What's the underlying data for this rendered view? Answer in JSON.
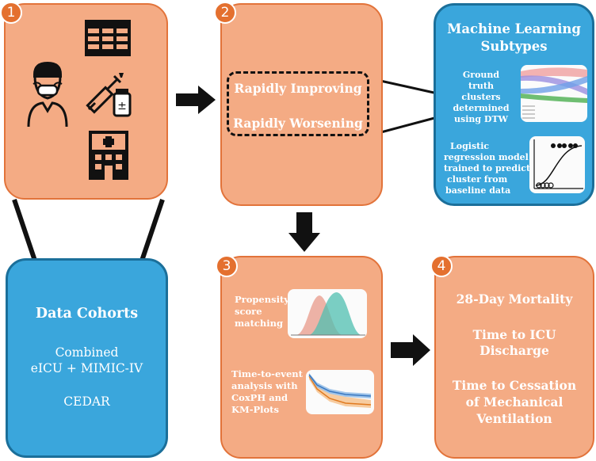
{
  "badges": [
    "1",
    "2",
    "3",
    "4"
  ],
  "stage2": {
    "items": [
      "Rapidly Improving",
      "Rapidly Worsening"
    ]
  },
  "ml": {
    "title_line1": "Machine Learning",
    "title_line2": "Subtypes",
    "step1": [
      "Ground truth",
      "clusters",
      "determined",
      "using DTW"
    ],
    "step2": [
      "Logistic",
      "regression model",
      "trained to predict",
      "cluster from",
      "baseline data"
    ]
  },
  "cohorts": {
    "title": "Data Cohorts",
    "line1": "Combined",
    "line2": "eICU + MIMIC-IV",
    "line3": "CEDAR"
  },
  "stage3": {
    "item1": [
      "Propensity",
      "score",
      "matching"
    ],
    "item2": [
      "Time-to-event",
      "analysis with",
      "CoxPH and",
      "KM-Plots"
    ]
  },
  "outcomes": {
    "o1": "28-Day Mortality",
    "o2_line1": "Time to ICU",
    "o2_line2": "Discharge",
    "o3_line1": "Time to Cessation",
    "o3_line2": "of Mechanical",
    "o3_line3": "Ventilation"
  },
  "icons": [
    "clinician-icon",
    "spreadsheet-icon",
    "syringe-vial-icon",
    "hospital-icon",
    "arrow-icon"
  ],
  "colors": {
    "orange_fill": "#f4ab84",
    "orange_border": "#e2733a",
    "blue_fill": "#3aa6dc",
    "badge": "#e4702f"
  }
}
